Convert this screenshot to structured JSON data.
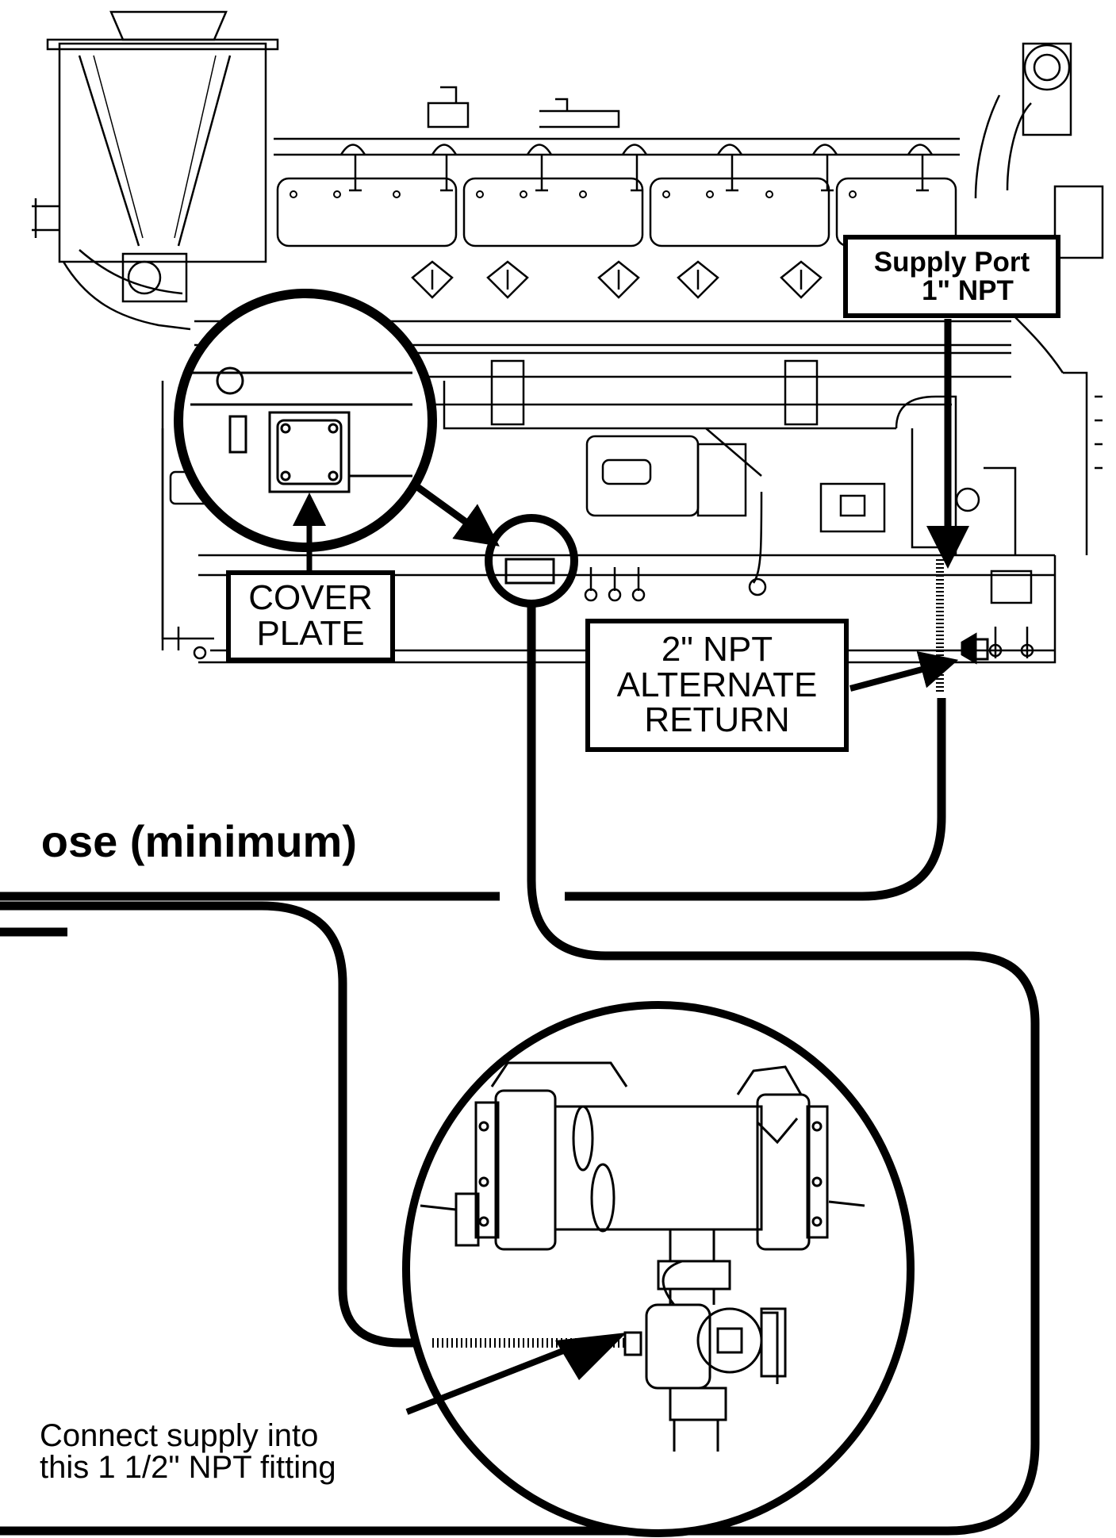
{
  "labels": {
    "supply_port_line1": "Supply Port",
    "supply_port_line2": "1\" NPT",
    "cover_plate_line1": "COVER",
    "cover_plate_line2": "PLATE",
    "alternate_return_line1": "2\" NPT",
    "alternate_return_line2": "ALTERNATE",
    "alternate_return_line3": "RETURN",
    "hose_note": "ose (minimum)",
    "fitting_note_line1": "Connect supply into",
    "fitting_note_line2": "this 1 1/2\" NPT fitting"
  },
  "colors": {
    "ink": "#000000",
    "paper": "#ffffff"
  }
}
